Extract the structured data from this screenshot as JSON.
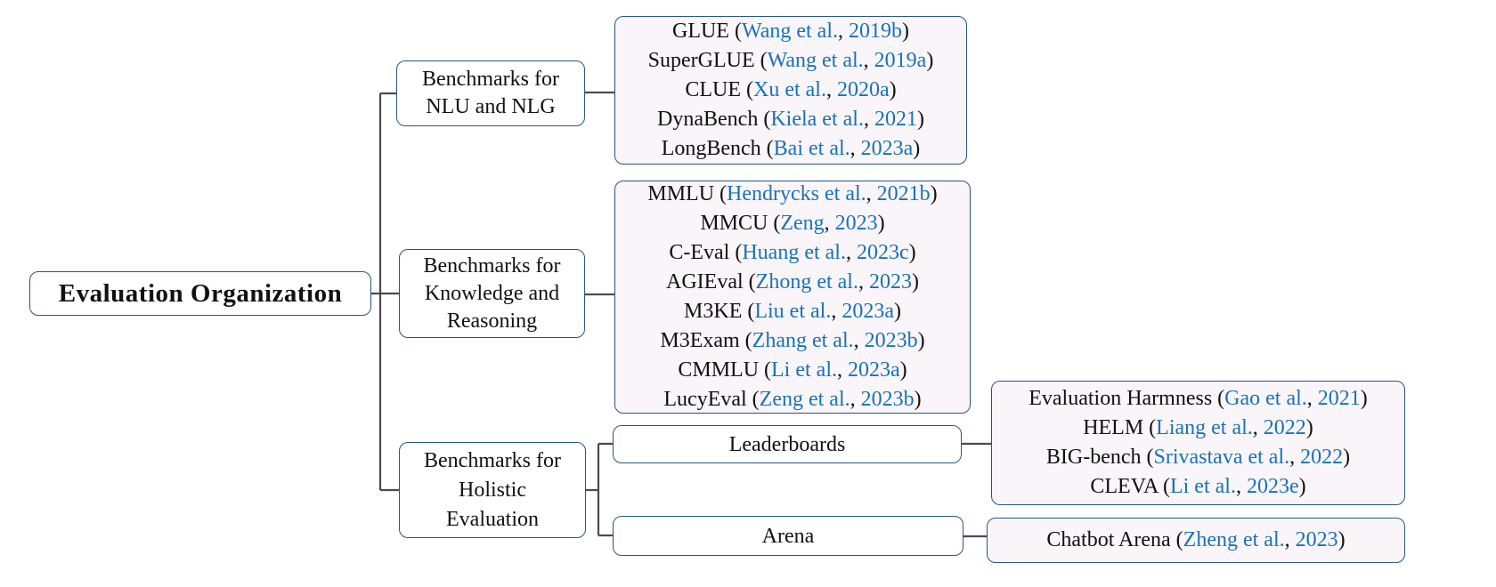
{
  "diagram": {
    "title": "Evaluation Organization taxonomy",
    "colors": {
      "box_border": "#2a567f",
      "leaf_background": "#faf5f9",
      "connector_line": "#4b4b4b",
      "citation_link": "#1873b4",
      "text": "#111111"
    },
    "root": {
      "label": "Evaluation Organization"
    },
    "branches": [
      {
        "id": "nlu-nlg",
        "label_lines": [
          "Benchmarks for",
          "NLU and NLG"
        ],
        "items": [
          {
            "name": "GLUE",
            "author": "Wang et al.",
            "year": "2019b"
          },
          {
            "name": "SuperGLUE",
            "author": "Wang et al.",
            "year": "2019a"
          },
          {
            "name": "CLUE",
            "author": "Xu et al.",
            "year": "2020a"
          },
          {
            "name": "DynaBench",
            "author": "Kiela et al.",
            "year": "2021"
          },
          {
            "name": "LongBench",
            "author": "Bai et al.",
            "year": "2023a"
          }
        ]
      },
      {
        "id": "knowledge-reasoning",
        "label_lines": [
          "Benchmarks for",
          "Knowledge and",
          "Reasoning"
        ],
        "items": [
          {
            "name": "MMLU",
            "author": "Hendrycks et al.",
            "year": "2021b"
          },
          {
            "name": "MMCU",
            "author": "Zeng",
            "year": "2023"
          },
          {
            "name": "C-Eval",
            "author": "Huang et al.",
            "year": "2023c"
          },
          {
            "name": "AGIEval",
            "author": "Zhong et al.",
            "year": "2023"
          },
          {
            "name": "M3KE",
            "author": "Liu et al.",
            "year": "2023a"
          },
          {
            "name": "M3Exam",
            "author": "Zhang et al.",
            "year": "2023b"
          },
          {
            "name": "CMMLU",
            "author": "Li et al.",
            "year": "2023a"
          },
          {
            "name": "LucyEval",
            "author": "Zeng et al.",
            "year": "2023b"
          }
        ]
      },
      {
        "id": "holistic",
        "label_lines": [
          "Benchmarks for",
          "Holistic",
          "Evaluation"
        ],
        "children": [
          {
            "id": "leaderboards",
            "label": "Leaderboards",
            "items": [
              {
                "name": "Evaluation Harmness",
                "author": "Gao et al.",
                "year": "2021"
              },
              {
                "name": "HELM",
                "author": "Liang et al.",
                "year": "2022"
              },
              {
                "name": "BIG-bench",
                "author": "Srivastava et al.",
                "year": "2022"
              },
              {
                "name": "CLEVA",
                "author": "Li et al.",
                "year": "2023e"
              }
            ]
          },
          {
            "id": "arena",
            "label": "Arena",
            "items": [
              {
                "name": "Chatbot Arena",
                "author": "Zheng et al.",
                "year": "2023"
              }
            ]
          }
        ]
      }
    ]
  }
}
